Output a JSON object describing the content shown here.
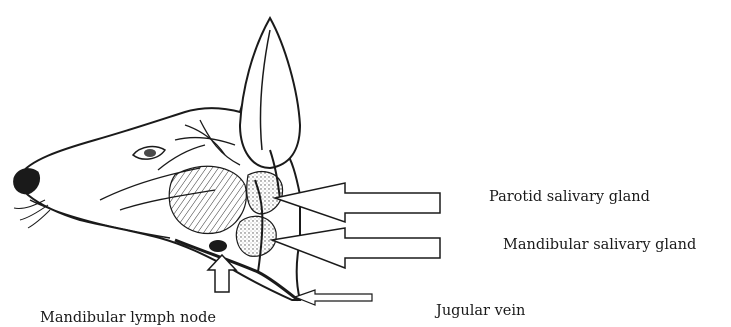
{
  "labels": {
    "parotid_salivary_gland": "Parotid salivary gland",
    "mandibular_salivary_gland": "Mandibular salivary gland",
    "jugular_vein": "Jugular vein",
    "mandibular_lymph_node": "Mandibular lymph node"
  },
  "colors": {
    "ink": "#1a1a1a",
    "arrow_fill": "#ffffff",
    "gland_shade": "#8a8a8a",
    "background": "#ffffff"
  }
}
